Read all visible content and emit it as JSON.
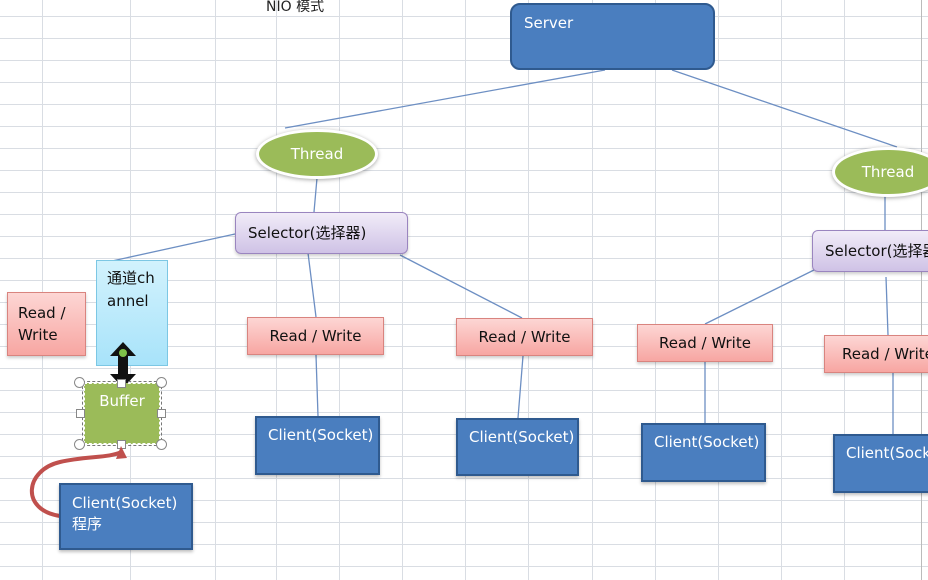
{
  "title": "NIO 模式",
  "server": {
    "label": "Server"
  },
  "threads": [
    {
      "label": "Thread"
    },
    {
      "label": "Thread"
    }
  ],
  "selectors": [
    {
      "label": "Selector(选择器)"
    },
    {
      "label": "Selector(选择器)"
    }
  ],
  "read_write": [
    {
      "label": "Read / Write"
    },
    {
      "label": "Read / Write"
    },
    {
      "label": "Read / Write"
    },
    {
      "label": "Read / Write"
    },
    {
      "label": "Read / Write"
    }
  ],
  "clients": [
    {
      "label": "Client(Socket)"
    },
    {
      "label": "Client(Socket)"
    },
    {
      "label": "Client(Socket)"
    },
    {
      "label": "Client(Socket)"
    }
  ],
  "channel": {
    "label": "通道channel"
  },
  "buffer": {
    "label": "Buffer"
  },
  "client_program": {
    "line1": "Client(Socket)",
    "line2": "程序"
  },
  "colors": {
    "server": "#4a7ebf",
    "thread": "#9bbb59",
    "selector": "#cfc2e6",
    "read_write": "#f7a6a2",
    "channel": "#a8e3fa",
    "arrow": "#c0504d"
  }
}
